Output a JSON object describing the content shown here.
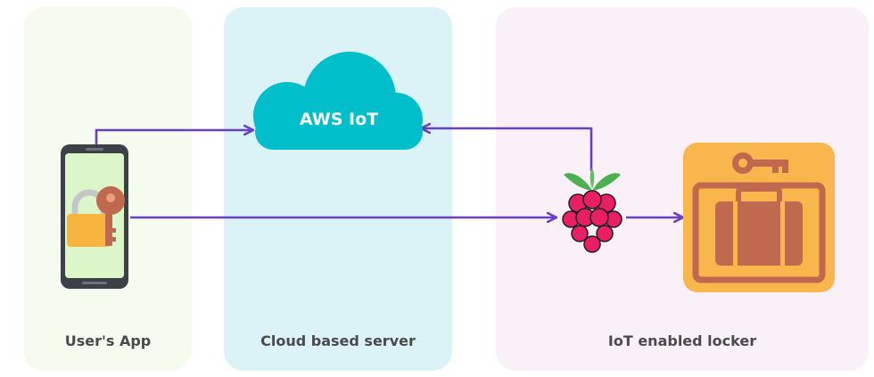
{
  "panels": {
    "app": {
      "caption": "User's App",
      "color": "#f5fbef"
    },
    "cloud": {
      "caption": "Cloud based server",
      "color": "#dbf3f7"
    },
    "locker": {
      "caption": "IoT enabled locker",
      "color": "#faf1f8"
    }
  },
  "nodes": {
    "cloud": {
      "label": "AWS IoT",
      "icon": "cloud-icon",
      "color": "#00bfcb"
    },
    "phone": {
      "icon": "smartphone-icon"
    },
    "padlock": {
      "icon": "padlock-key-icon"
    },
    "raspberry": {
      "icon": "raspberry-pi-icon",
      "color": "#e91e63"
    },
    "locker": {
      "icon": "locker-suitcase-icon",
      "color": "#f8b64c"
    }
  },
  "edges": [
    {
      "from": "phone",
      "to": "cloud"
    },
    {
      "from": "raspberry",
      "to": "cloud"
    },
    {
      "from": "phone",
      "to": "raspberry"
    },
    {
      "from": "raspberry",
      "to": "locker"
    }
  ],
  "colors": {
    "arrow": "#6a3fc8"
  }
}
